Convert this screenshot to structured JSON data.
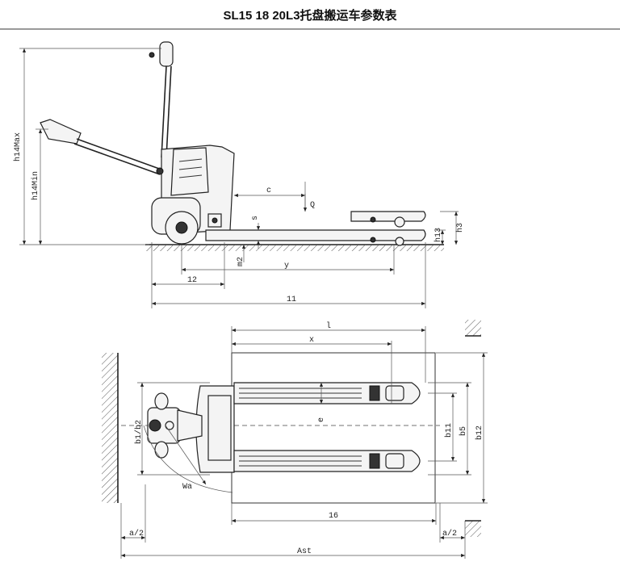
{
  "title": "SL15 18 20L3托盘搬运车参数表",
  "side_view": {
    "labels": {
      "h14max": "h14Max",
      "h14min": "h14Min",
      "c": "c",
      "q": "Q",
      "s": "s",
      "h3": "h3",
      "h13": "h13",
      "m2": "m2",
      "y": "y",
      "l2": "12",
      "l1": "11"
    }
  },
  "top_view": {
    "labels": {
      "l": "l",
      "x": "x",
      "e": "e",
      "b1b2": "b1/b2",
      "b11": "b11",
      "b5": "b5",
      "b12": "b12",
      "wa": "Wa",
      "l6": "16",
      "a2_left": "a/2",
      "a2_right": "a/2",
      "ast": "Ast"
    }
  }
}
